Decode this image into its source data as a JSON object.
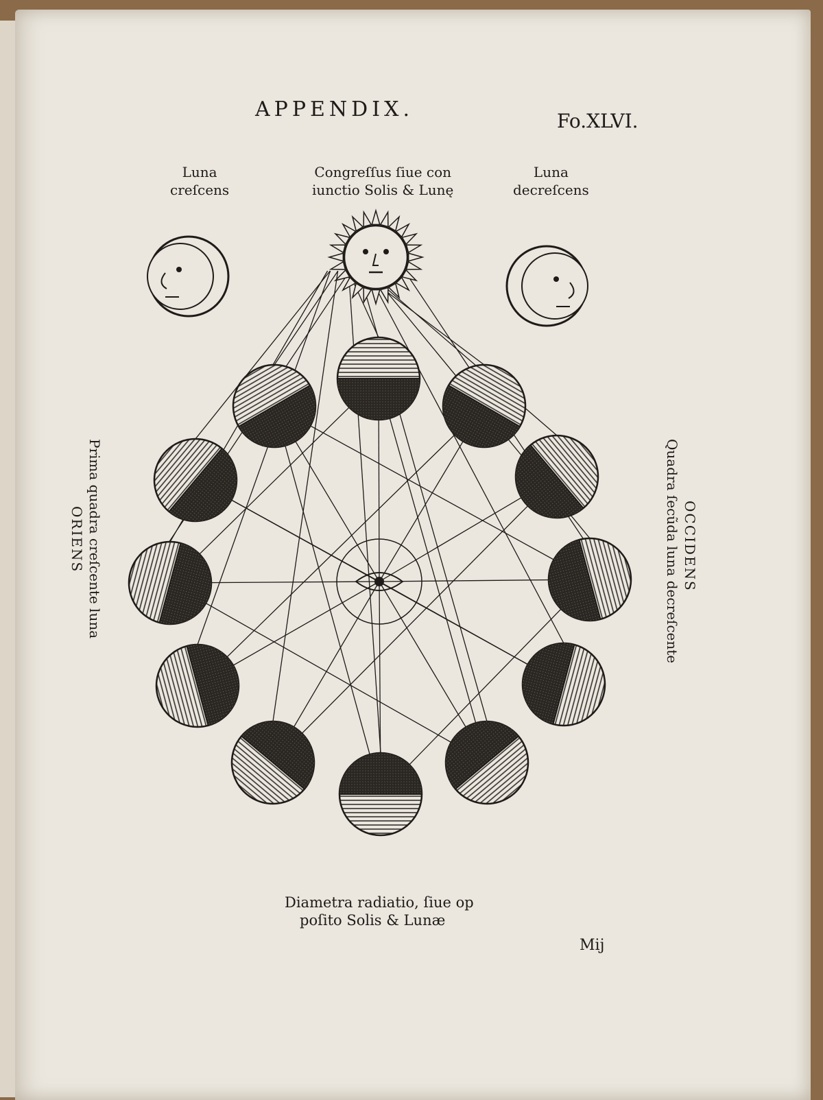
{
  "header": {
    "title": "APPENDIX.",
    "folio": "Fo.XLVI."
  },
  "captions": {
    "top_left": [
      "Luna",
      "creſcens"
    ],
    "top_center": [
      "Congreſſus ſiue con",
      "iunctio Solis & Lunę"
    ],
    "top_right": [
      "Luna",
      "decreſcens"
    ],
    "left_side": [
      "Prima quadra creſcente luna",
      "ORIENS"
    ],
    "right_side": [
      "OCCIDENS",
      "Quadra ſecũda luna decreſcente"
    ],
    "bottom": [
      "Diametra radiatio, ſiue op",
      "poſito Solis & Lunæ"
    ]
  },
  "signature": "Mij",
  "colors": {
    "paper": "#ebe7df",
    "ink": "#1e1b18",
    "cover": "#8a6a48"
  }
}
